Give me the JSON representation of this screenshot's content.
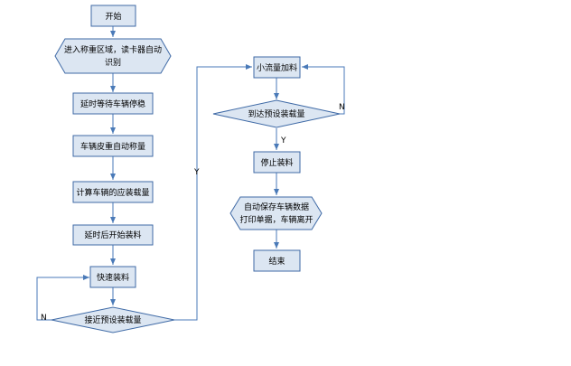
{
  "colors": {
    "fill": "#dce6f2",
    "stroke": "#3f6aa6",
    "arrow": "#4a7ab8",
    "text": "#000000"
  },
  "nodes": {
    "start": "开始",
    "enter_line1": "进入称重区域，读卡器自动",
    "enter_line2": "识别",
    "delay_wait": "延时等待车辆停稳",
    "tare_weigh": "车辆皮重自动称量",
    "calc_load": "计算车辆的应装载量",
    "delay_start": "延时后开始装料",
    "fast_load": "快速装料",
    "near_preset": "接近预设装载量",
    "small_flow": "小流量加料",
    "reach_preset": "到达预设装载量",
    "stop_load": "停止装料",
    "save_line1": "自动保存车辆数据",
    "save_line2": "打印单据，车辆离开",
    "end": "结束"
  },
  "labels": {
    "near_no": "N",
    "near_yes": "Y",
    "reach_no": "N",
    "reach_yes": "Y"
  }
}
